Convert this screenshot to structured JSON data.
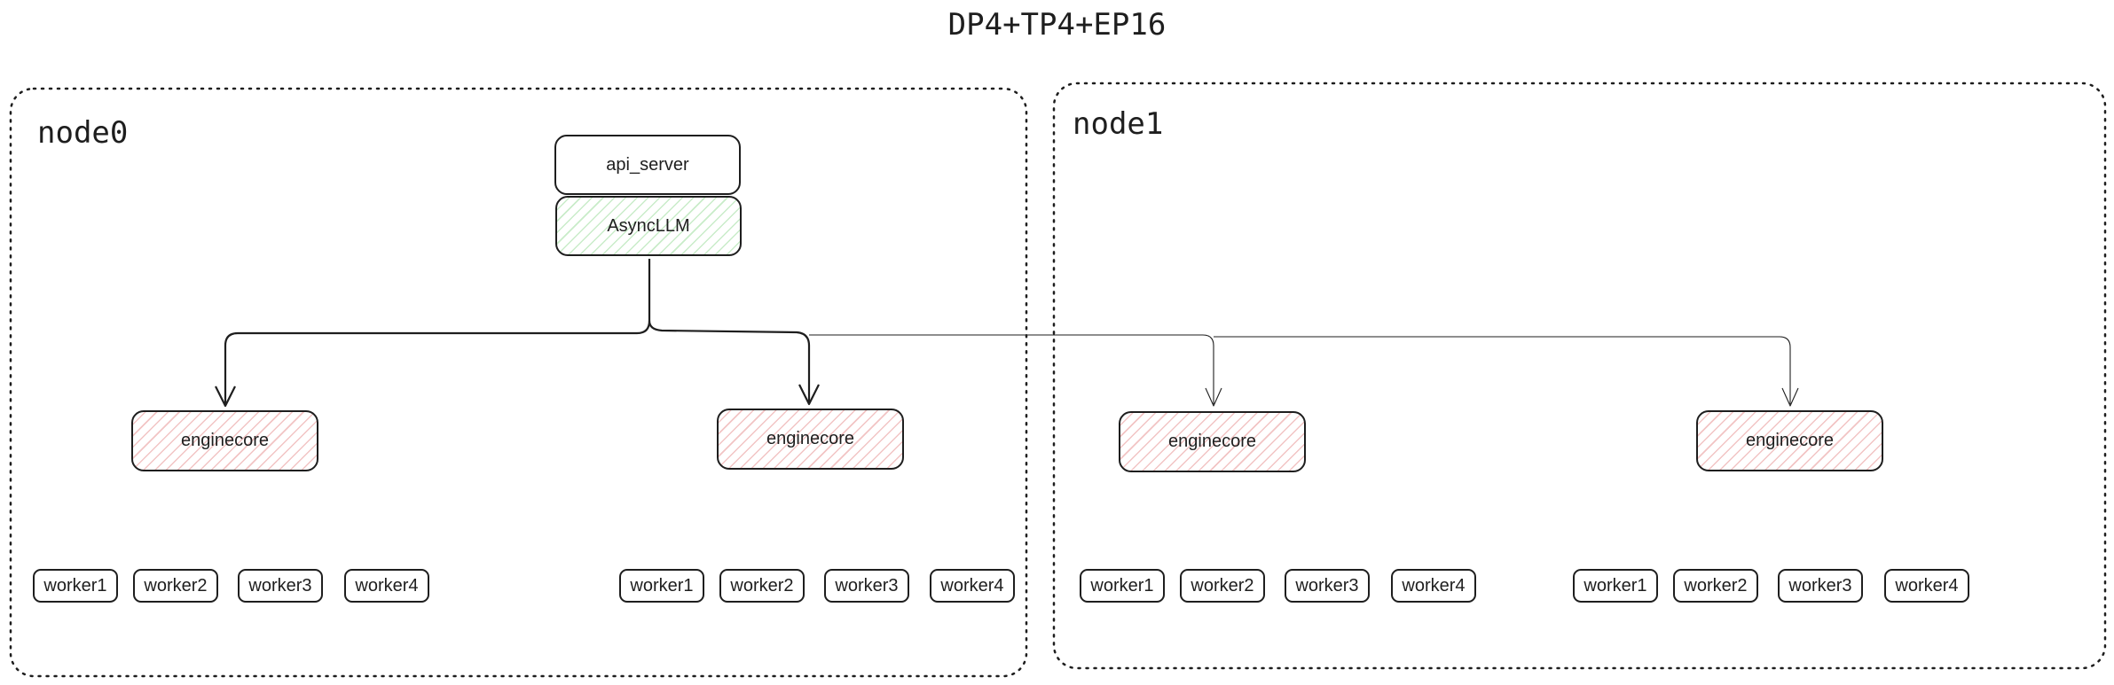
{
  "title": "DP4+TP4+EP16",
  "nodes": [
    {
      "label": "node0",
      "api_server": "api_server",
      "async_llm": "AsyncLLM",
      "engines": [
        {
          "label": "enginecore",
          "workers": [
            "worker1",
            "worker2",
            "worker3",
            "worker4"
          ]
        },
        {
          "label": "enginecore",
          "workers": [
            "worker1",
            "worker2",
            "worker3",
            "worker4"
          ]
        }
      ]
    },
    {
      "label": "node1",
      "engines": [
        {
          "label": "enginecore",
          "workers": [
            "worker1",
            "worker2",
            "worker3",
            "worker4"
          ]
        },
        {
          "label": "enginecore",
          "workers": [
            "worker1",
            "worker2",
            "worker3",
            "worker4"
          ]
        }
      ]
    }
  ],
  "colors": {
    "stroke": "#1e1e1e",
    "async_llm_hatch": "#c9ecc9",
    "enginecore_hatch": "#f2c4c4"
  }
}
